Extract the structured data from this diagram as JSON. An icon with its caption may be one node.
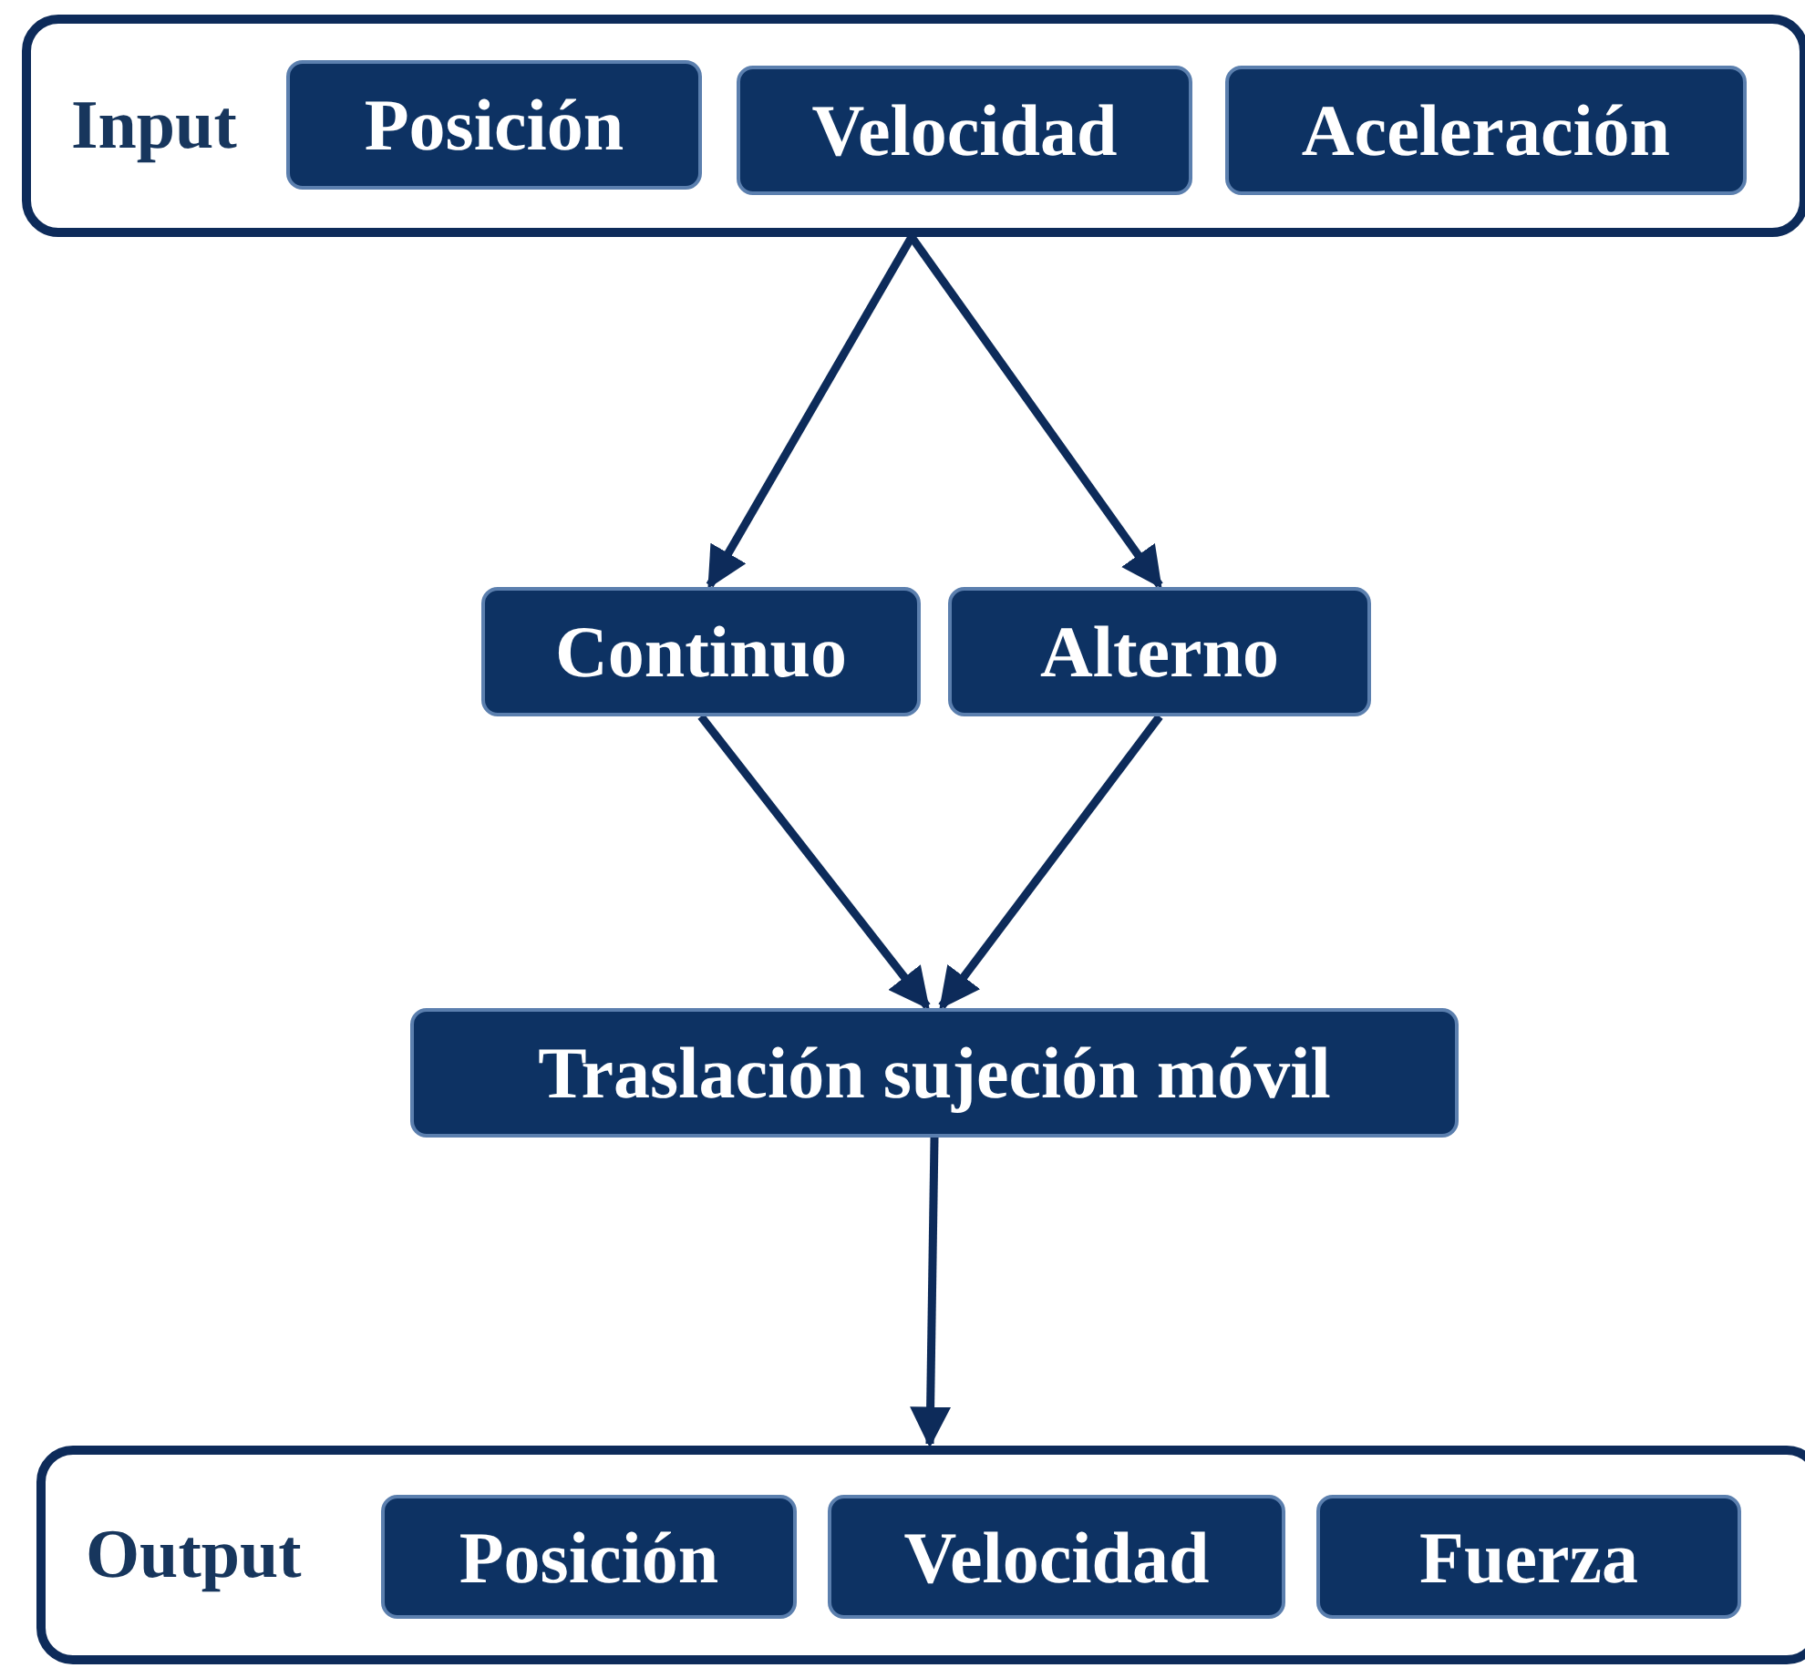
{
  "diagram": {
    "nodes": [
      {
        "text": [
          "Input"
        ]
      },
      {
        "text": [
          "Posición"
        ],
        "in": 0
      },
      {
        "text": [
          "Velocidad"
        ],
        "in": 0
      },
      {
        "text": [
          "Aceleración"
        ],
        "in": 0
      },
      {
        "text": [
          "Continuo"
        ]
      },
      {
        "text": [
          "Alterno"
        ]
      },
      {
        "text": [
          "Traslación sujeción móvil"
        ]
      },
      {
        "text": [
          "Output"
        ]
      },
      {
        "text": [
          "Posición"
        ],
        "in": 7
      },
      {
        "text": [
          "Velocidad"
        ],
        "in": 7
      },
      {
        "text": [
          "Fuerza"
        ],
        "in": 7
      }
    ],
    "edges": [
      {
        "from": 0,
        "to": 4,
        "arrow": "to"
      },
      {
        "from": 0,
        "to": 5,
        "arrow": "to"
      },
      {
        "from": 4,
        "to": 6,
        "arrow": "to"
      },
      {
        "from": 5,
        "to": 6,
        "arrow": "to"
      },
      {
        "from": 6,
        "to": 7,
        "arrow": "to"
      }
    ]
  }
}
